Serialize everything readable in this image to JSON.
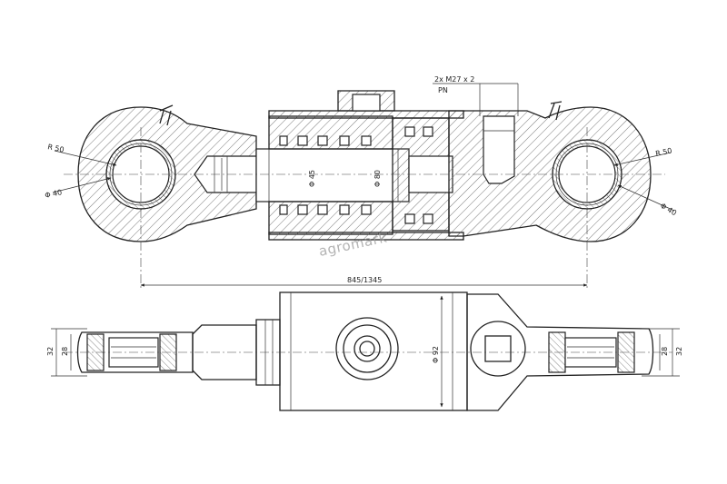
{
  "watermark": "agromark",
  "labels": {
    "port_thread": "2x M27 x 2",
    "port_pn": "PN",
    "radius_left": "R 50",
    "radius_right": "R 50",
    "pin_dia_left": "Φ 40",
    "pin_dia_right": "Φ 40",
    "rod_dia": "Φ 45",
    "bore_dia": "Φ 80",
    "stroke_length": "845/1345",
    "tube_dia": "Φ 92",
    "eye_width_left_outer": "32",
    "eye_width_left_inner": "28",
    "eye_width_right_inner": "28",
    "eye_width_right_outer": "32"
  }
}
